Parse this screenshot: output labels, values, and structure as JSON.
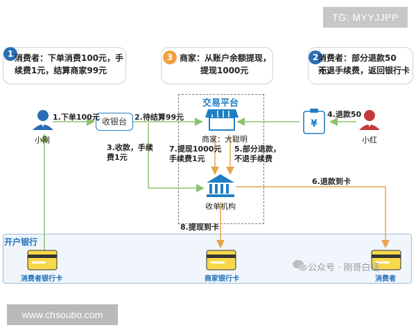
{
  "watermarks": {
    "top": "TG: MYYJJPP",
    "bottom": "www.chsoubo.com",
    "wechat": "公众号 · 刚哥白话"
  },
  "bubbles": [
    {
      "num": "1",
      "color": "#2a6fb5",
      "lines": [
        "消费者：下单消费100元，手",
        "续费1元，结算商家99元"
      ]
    },
    {
      "num": "3",
      "color": "#f0a13c",
      "lines": [
        "商家：从账户余额提现，",
        "提现1000元"
      ]
    },
    {
      "num": "2",
      "color": "#2a6fb5",
      "lines": [
        "消费者：部分退款50元，",
        "不退手续费，返回银行卡"
      ]
    }
  ],
  "actors": {
    "xiaogang": "小刚",
    "xiaohong": "小红"
  },
  "cashier": "收银台",
  "platform": {
    "title": "交易平台",
    "merchant": "商家：大聪明"
  },
  "acquirer": "收单机构",
  "bank": {
    "title": "开户银行",
    "cards": [
      "消费者银行卡",
      "商家银行卡",
      "消费者"
    ]
  },
  "steps": {
    "s1": "1.下单100元",
    "s2": "2.待结算99元",
    "s3": [
      "3.收款，手续",
      "费1元"
    ],
    "s4": "4.退款50",
    "s5": [
      "5.部分退款，",
      "不退手续费"
    ],
    "s6": "6.退款到卡",
    "s7": [
      "7.提现1000元",
      "手续费1元"
    ],
    "s8": "8.提现到卡"
  },
  "colors": {
    "blue": "#1f7ec4",
    "green": "#8dc26d",
    "orange": "#e8a44a",
    "red": "#c43a3a",
    "card": "#f7d84a"
  }
}
